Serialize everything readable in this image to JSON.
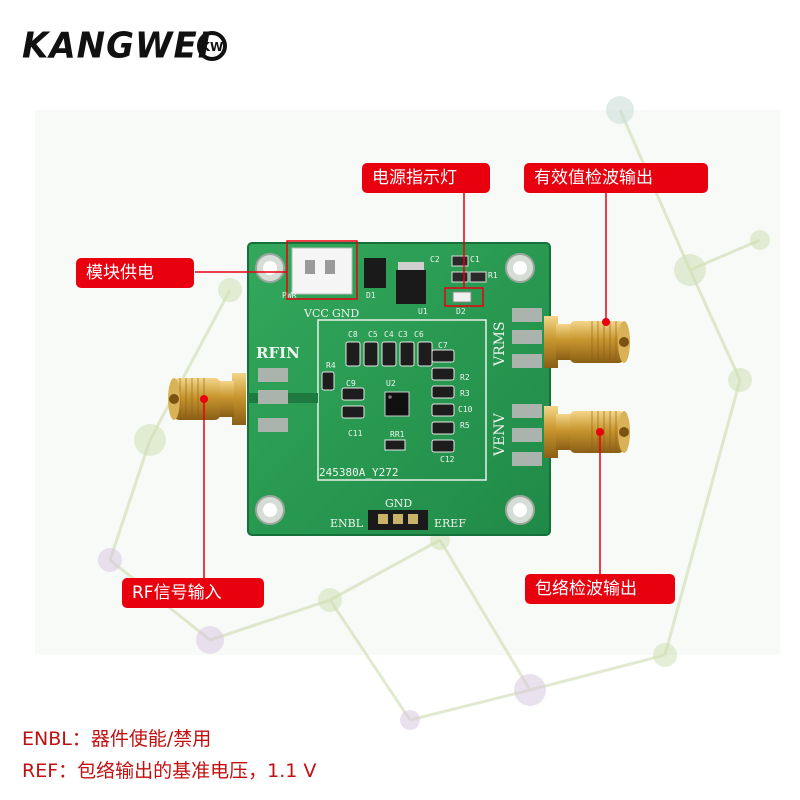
{
  "logo": {
    "text": "KANGWEI",
    "mark": "KW",
    "colors": {
      "text": "#111111"
    }
  },
  "pcb": {
    "board_color": "#2a9a52",
    "silkscreen": {
      "rfin": "RFIN",
      "vrms": "VRMS",
      "venv": "VENV",
      "vcc": "VCC",
      "gnd_top": "GND",
      "gnd_bottom": "GND",
      "enbl": "ENBL",
      "eref": "EREF",
      "part_number": "245380A_Y272",
      "c8": "C8",
      "c5": "C5",
      "c4": "C4",
      "c3": "C3",
      "c6": "C6",
      "c7": "C7",
      "r4": "R4",
      "r2": "R2",
      "r3": "R3",
      "r5": "R5",
      "c9": "C9",
      "c10": "C10",
      "c11": "C11",
      "c12": "C12",
      "c1": "C1",
      "c2": "C2",
      "r1": "R1",
      "d1": "D1",
      "d2": "D2",
      "u1": "U1",
      "u2": "U2",
      "rr1": "RR1",
      "pwr": "PWR"
    }
  },
  "callouts": {
    "power_led": "电源指示灯",
    "rms_output": "有效值检波输出",
    "module_power": "模块供电",
    "rf_input": "RF信号输入",
    "envelope_output": "包络检波输出"
  },
  "notes": {
    "enbl": "ENBL：器件使能/禁用",
    "ref": "REF：包络输出的基准电压，1.1 V"
  },
  "colors": {
    "callout": "#e8000f",
    "leader": "#e8000f",
    "note_text": "#c0100f",
    "gold": "#d2a23c"
  }
}
